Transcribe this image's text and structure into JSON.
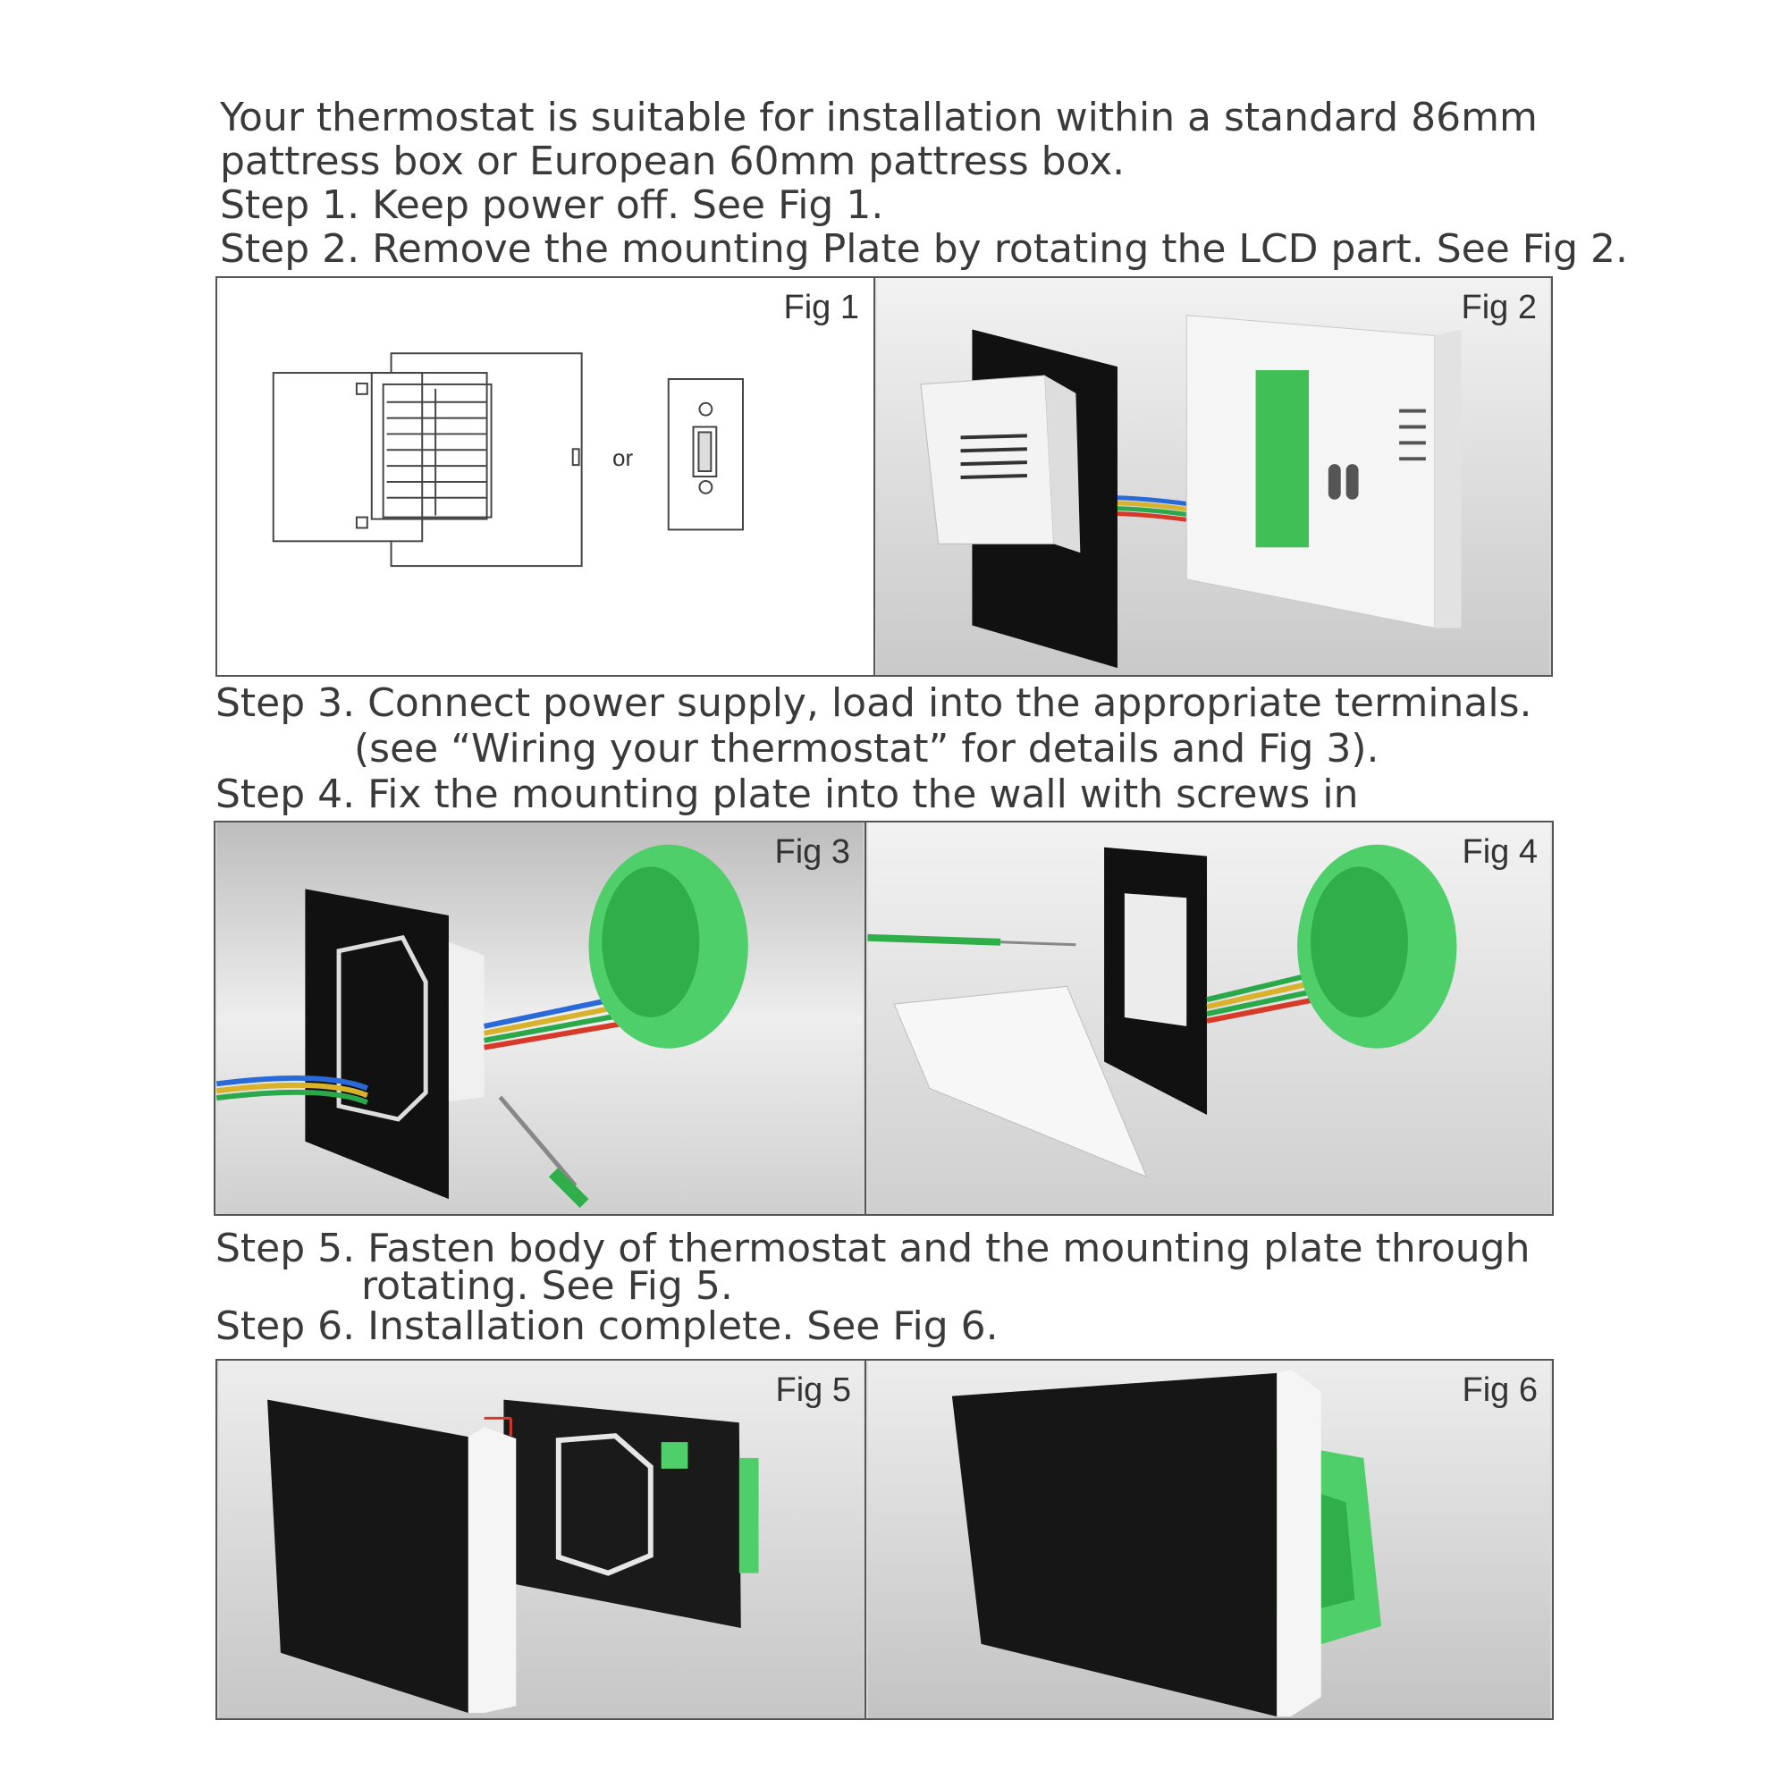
{
  "intro": {
    "line1": "Your thermostat is suitable for installation within a standard 86mm",
    "line2": "pattress box or European 60mm pattress box."
  },
  "steps": {
    "step1": "Step 1. Keep power off. See Fig 1.",
    "step2": "Step 2. Remove the mounting Plate by rotating the LCD part. See Fig 2.",
    "step3_line1": "Step 3. Connect power supply, load into the appropriate terminals.",
    "step3_line2": "(see “Wiring your thermostat” for details and Fig 3).",
    "step4": "Step 4. Fix the mounting plate into the wall with screws in",
    "step5_line1": "Step 5. Fasten body of thermostat and the mounting plate through",
    "step5_line2": "rotating. See Fig 5.",
    "step6": "Step 6. Installation complete. See Fig 6."
  },
  "figures": {
    "fig1": {
      "label": "Fig 1",
      "or_text": "or"
    },
    "fig2": {
      "label": "Fig 2"
    },
    "fig3": {
      "label": "Fig 3"
    },
    "fig4": {
      "label": "Fig 4"
    },
    "fig5": {
      "label": "Fig 5"
    },
    "fig6": {
      "label": "Fig 6"
    }
  },
  "colors": {
    "text": "#3a3a3a",
    "border": "#555555",
    "panel_black": "#1a1a1a",
    "box_green": "#4fcf6a",
    "plate_white": "#f4f4f4",
    "render_bg": "#d8d8d8"
  }
}
